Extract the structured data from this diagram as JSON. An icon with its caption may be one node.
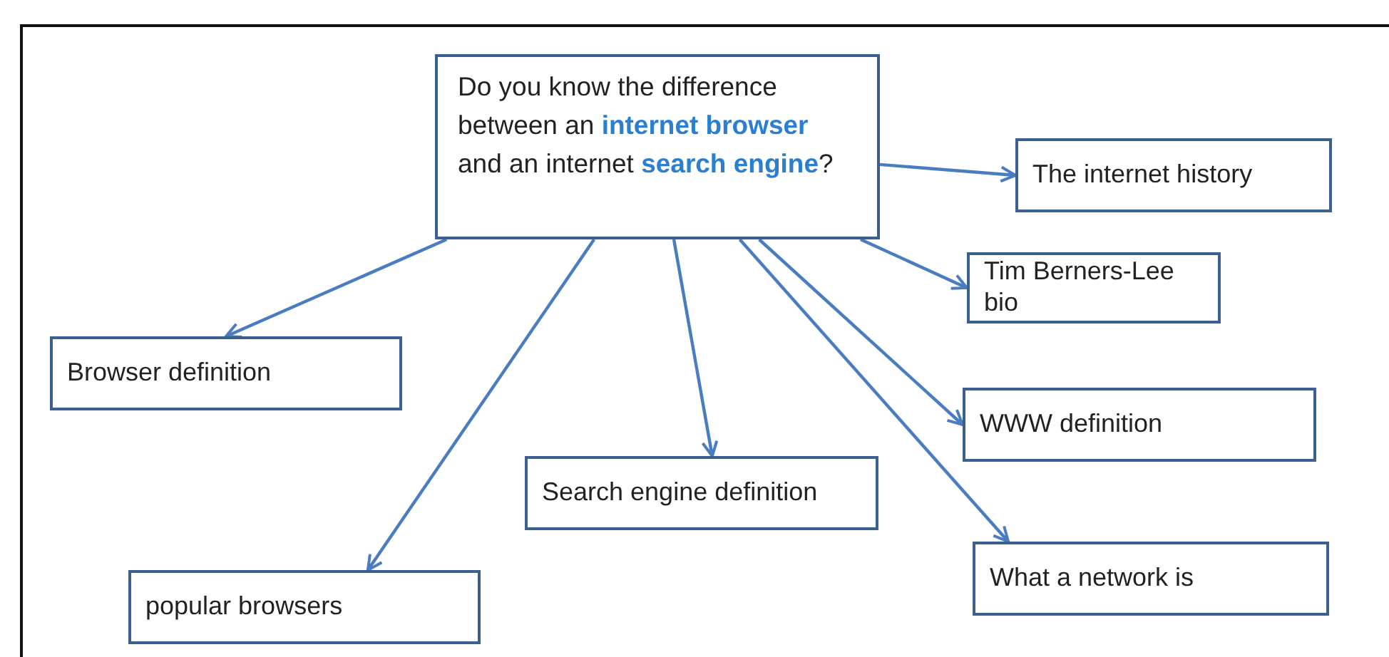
{
  "diagram": {
    "nodes": [
      {
        "text": [
          "Do you know the difference between an **internet browser** and an internet **search engine**?"
        ]
      },
      {
        "text": [
          "The internet history"
        ]
      },
      {
        "text": [
          "Tim Berners-Lee bio"
        ]
      },
      {
        "text": [
          "Browser definition"
        ]
      },
      {
        "text": [
          "WWW definition"
        ]
      },
      {
        "text": [
          "Search engine definition"
        ]
      },
      {
        "text": [
          "What a network is"
        ]
      },
      {
        "text": [
          "popular browsers"
        ]
      }
    ],
    "edges": [
      {
        "from": 0,
        "to": 1,
        "arrow": "to"
      },
      {
        "from": 0,
        "to": 2,
        "arrow": "to"
      },
      {
        "from": 0,
        "to": 3,
        "arrow": "to"
      },
      {
        "from": 0,
        "to": 4,
        "arrow": "to"
      },
      {
        "from": 0,
        "to": 5,
        "arrow": "to"
      },
      {
        "from": 0,
        "to": 6,
        "arrow": "to"
      },
      {
        "from": 0,
        "to": 7,
        "arrow": "to"
      }
    ]
  }
}
